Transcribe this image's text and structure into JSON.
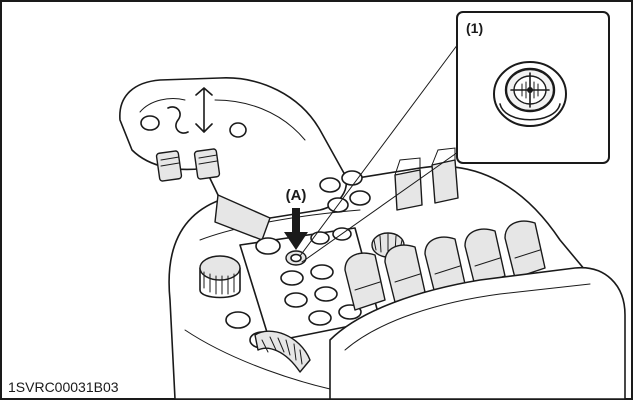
{
  "figure": {
    "callout_label": "(1)",
    "pointer_label": "(A)",
    "figure_code": "1SVRC00031B03"
  },
  "colors": {
    "ink": "#1a1a1a",
    "background": "#ffffff",
    "shade": "#e6e6e6"
  }
}
